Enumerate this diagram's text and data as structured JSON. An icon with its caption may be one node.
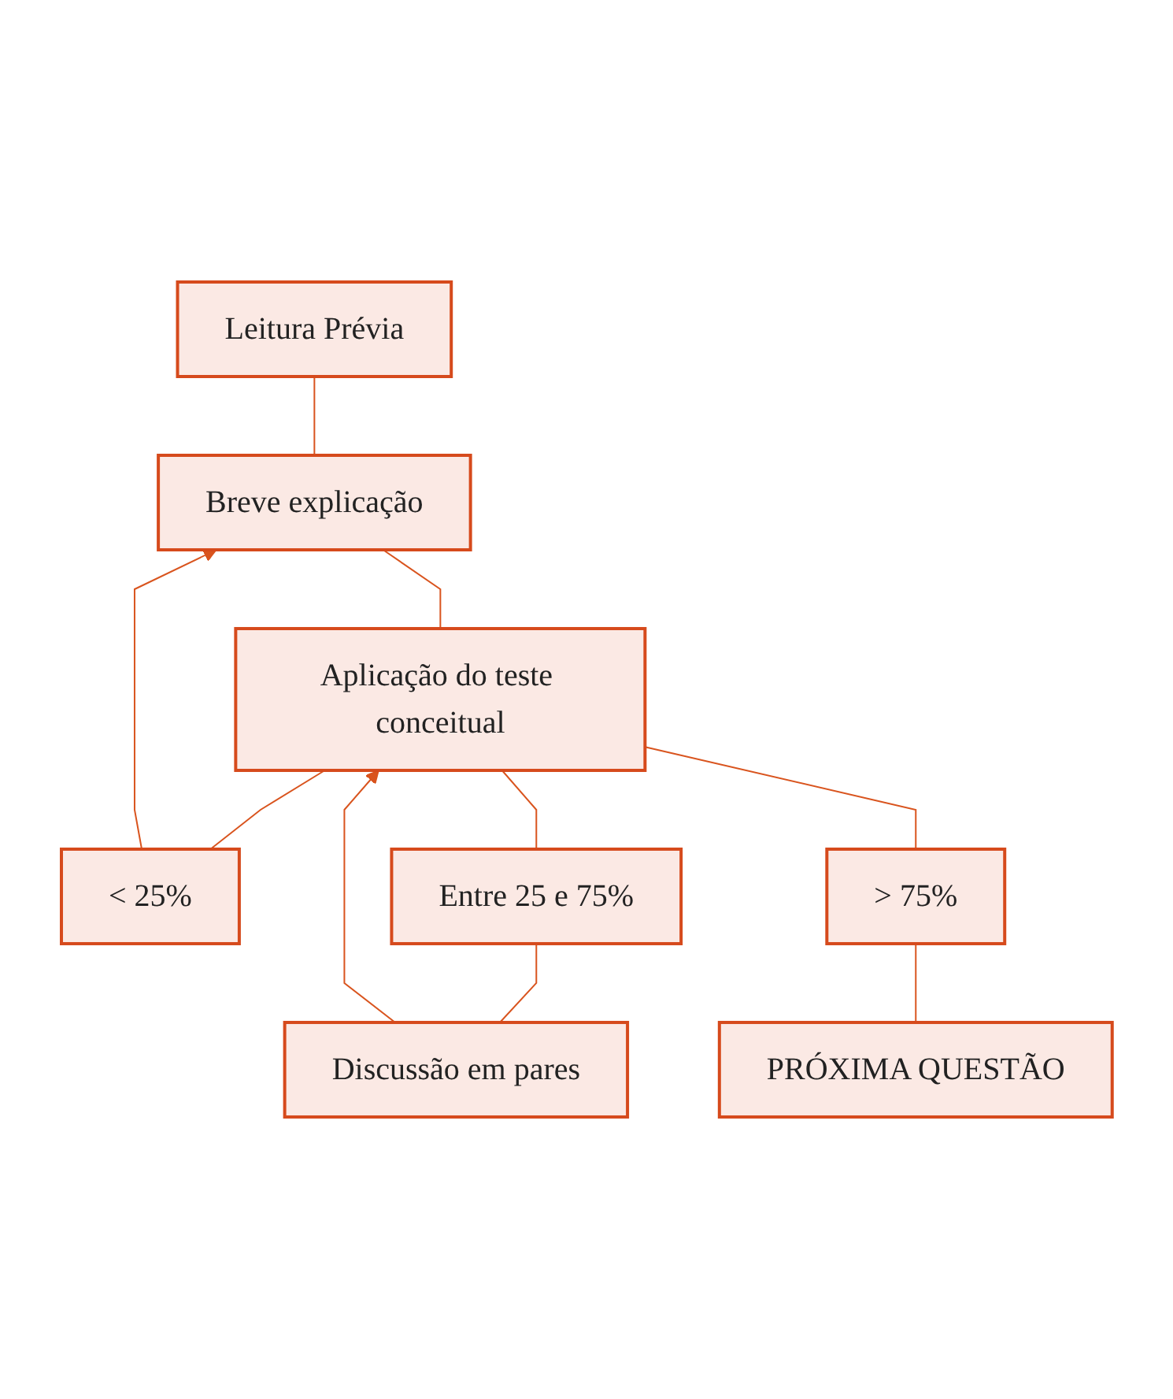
{
  "diagram": {
    "nodes": [
      {
        "text": [
          "Leitura Prévia"
        ]
      },
      {
        "text": [
          "Breve explicação"
        ]
      },
      {
        "text": [
          "Aplicação do teste conceitual"
        ]
      },
      {
        "text": [
          "< 25%"
        ]
      },
      {
        "text": [
          "Entre 25 e 75%"
        ]
      },
      {
        "text": [
          "> 75%"
        ]
      },
      {
        "text": [
          "Discussão em pares"
        ]
      },
      {
        "text": [
          "PRÓXIMA QUESTÃO"
        ]
      }
    ],
    "edges": [
      {
        "from": 0,
        "to": 1,
        "arrow": "none"
      },
      {
        "from": 1,
        "to": 2,
        "arrow": "none"
      },
      {
        "from": 2,
        "to": 3,
        "arrow": "none"
      },
      {
        "from": 2,
        "to": 4,
        "arrow": "none"
      },
      {
        "from": 2,
        "to": 5,
        "arrow": "none"
      },
      {
        "from": 3,
        "to": 1,
        "arrow": "to"
      },
      {
        "from": 4,
        "to": 6,
        "arrow": "none"
      },
      {
        "from": 5,
        "to": 7,
        "arrow": "none"
      },
      {
        "from": 6,
        "to": 2,
        "arrow": "to"
      }
    ]
  }
}
